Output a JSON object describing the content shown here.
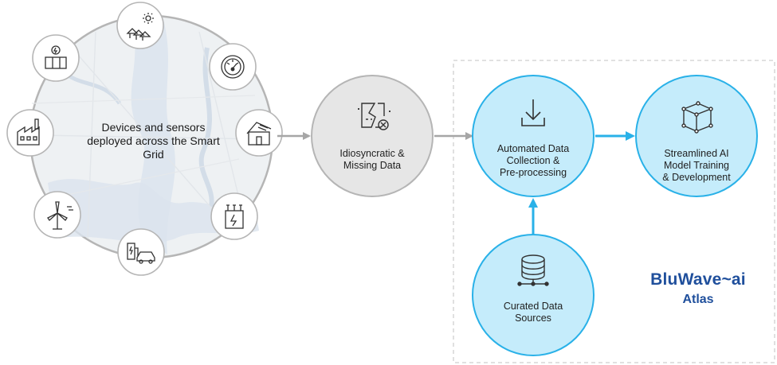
{
  "grid_cluster": {
    "lines": [
      "Devices and sensors",
      "deployed across the Smart",
      "Grid"
    ],
    "devices": [
      {
        "name": "solar-panels-icon"
      },
      {
        "name": "gauge-meter-icon"
      },
      {
        "name": "house-solar-roof-icon"
      },
      {
        "name": "transformer-icon"
      },
      {
        "name": "ev-charger-icon"
      },
      {
        "name": "wind-turbine-icon"
      },
      {
        "name": "factory-icon"
      },
      {
        "name": "battery-storage-icon"
      }
    ]
  },
  "nodes": {
    "missing": {
      "lines": [
        "Idiosyncratic &",
        "Missing Data"
      ],
      "icon": "broken-document-icon"
    },
    "automated": {
      "lines": [
        "Automated Data",
        "Collection &",
        "Pre-processing"
      ],
      "icon": "download-icon"
    },
    "streamlined": {
      "lines": [
        "Streamlined AI",
        "Model Training",
        "& Development"
      ],
      "icon": "cube-network-icon"
    },
    "curated": {
      "lines": [
        "Curated Data",
        "Sources"
      ],
      "icon": "database-icon"
    }
  },
  "brand": {
    "name": "BluWave~ai",
    "product": "Atlas"
  },
  "colors": {
    "accent": "#29b1e8",
    "node_fill": "#c5ecfb",
    "gray_node": "#e6e6e6",
    "arrow_gray": "#a6a6a6"
  }
}
